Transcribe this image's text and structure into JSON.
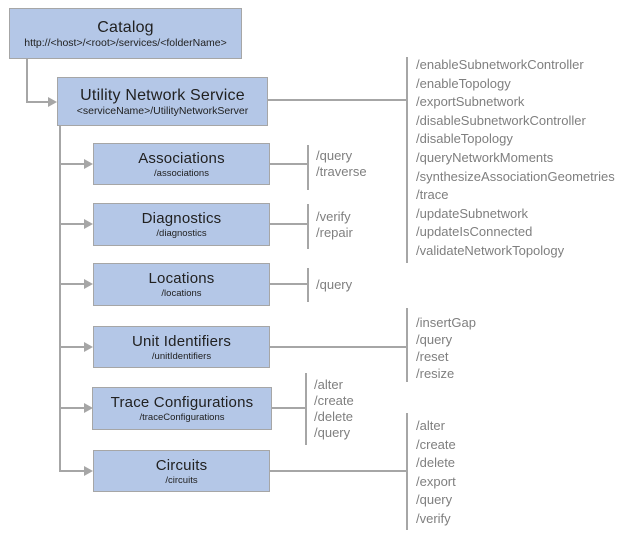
{
  "colors": {
    "box_fill": "#b4c7e7",
    "box_border": "#a6a6a6",
    "line": "#a6a6a6",
    "ops_text": "#7f7f7f",
    "title_text": "#212121"
  },
  "nodes": {
    "catalog": {
      "title": "Catalog",
      "subtitle": "http://<host>/<root>/services/<folderName>"
    },
    "utility_network_service": {
      "title": "Utility Network Service",
      "subtitle": "<serviceName>/UtilityNetworkServer",
      "operations": [
        "/enableSubnetworkController",
        "/enableTopology",
        "/exportSubnetwork",
        "/disableSubnetworkController",
        "/disableTopology",
        "/queryNetworkMoments",
        "/synthesizeAssociationGeometries",
        "/trace",
        "/updateSubnetwork",
        "/updateIsConnected",
        "/validateNetworkTopology"
      ]
    },
    "associations": {
      "title": "Associations",
      "subtitle": "/associations",
      "operations": [
        "/query",
        "/traverse"
      ]
    },
    "diagnostics": {
      "title": "Diagnostics",
      "subtitle": "/diagnostics",
      "operations": [
        "/verify",
        "/repair"
      ]
    },
    "locations": {
      "title": "Locations",
      "subtitle": "/locations",
      "operations": [
        "/query"
      ]
    },
    "unit_identifiers": {
      "title": "Unit Identifiers",
      "subtitle": "/unitIdentifiers",
      "operations": [
        "/insertGap",
        "/query",
        "/reset",
        "/resize"
      ]
    },
    "trace_configurations": {
      "title": "Trace Configurations",
      "subtitle": "/traceConfigurations",
      "operations": [
        "/alter",
        "/create",
        "/delete",
        "/query"
      ]
    },
    "circuits": {
      "title": "Circuits",
      "subtitle": "/circuits",
      "operations": [
        "/alter",
        "/create",
        "/delete",
        "/export",
        "/query",
        "/verify"
      ]
    }
  }
}
